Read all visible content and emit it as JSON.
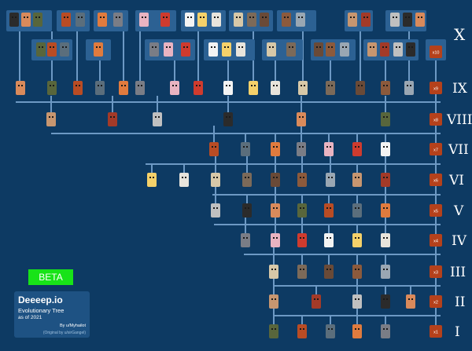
{
  "tiers": [
    "X",
    "IX",
    "VIII",
    "VII",
    "VI",
    "V",
    "IV",
    "III",
    "II",
    "I"
  ],
  "xp_badges": [
    "x10",
    "x9",
    "x8",
    "x7",
    "x6",
    "x5",
    "x4",
    "x3",
    "x2",
    "x1"
  ],
  "beta_label": "BETA",
  "info": {
    "title": "Deeeep.io",
    "subtitle": "Evolutionary Tree",
    "year": "as of 2021",
    "author": "By u/Myhailot",
    "original": "(Original by u/sirGangel)"
  },
  "colors": {
    "background": "#0d3a63",
    "line": "#6d99c4",
    "group_box": "#2c6193",
    "badge": "#b5411b",
    "beta": "#18e318"
  }
}
